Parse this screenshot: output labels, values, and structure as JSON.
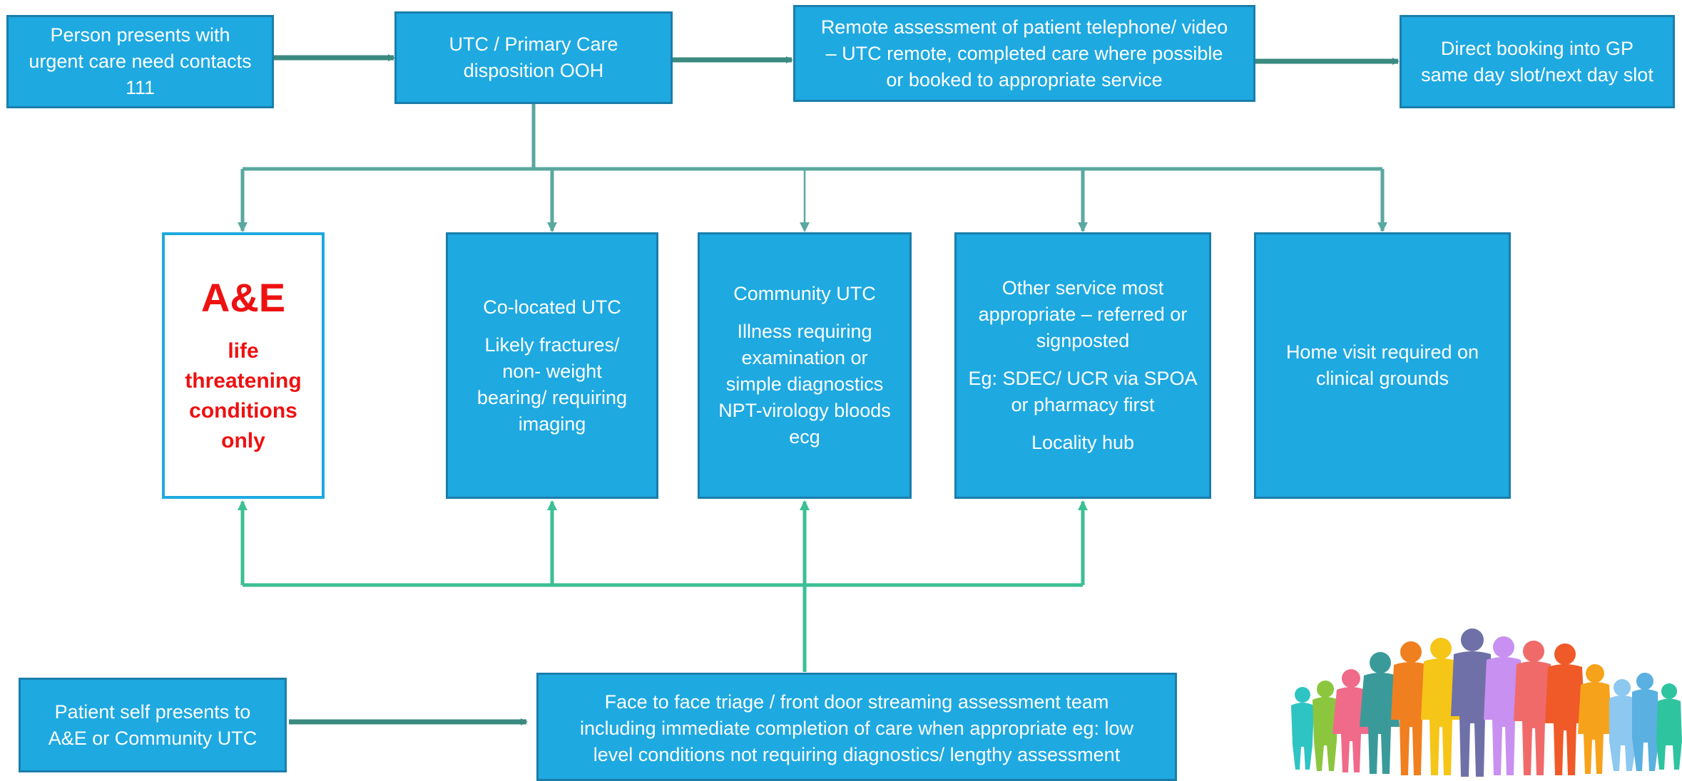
{
  "boxes": {
    "person_presents": [
      "Person presents with",
      "urgent care need contacts",
      "111"
    ],
    "utc_primary_care": [
      "UTC / Primary Care",
      "disposition OOH"
    ],
    "remote_assessment": [
      "Remote assessment of patient telephone/ video",
      "– UTC remote, completed care where possible",
      "or booked to appropriate service"
    ],
    "direct_booking": [
      "Direct booking into GP",
      "same day slot/next day slot"
    ],
    "ae": {
      "title": "A&E",
      "subtitle": [
        "life",
        "threatening",
        "conditions",
        "only"
      ]
    },
    "co_located_utc": {
      "title": "Co-located UTC",
      "body": [
        "Likely fractures/",
        "non- weight",
        "bearing/ requiring",
        "imaging"
      ]
    },
    "community_utc": {
      "title": "Community UTC",
      "body": [
        "Illness requiring",
        "examination or",
        "simple diagnostics",
        "NPT-virology bloods",
        "ecg"
      ]
    },
    "other_service": {
      "title": [
        "Other service most",
        "appropriate – referred or",
        "signposted"
      ],
      "body": [
        "Eg: SDEC/ UCR via SPOA",
        "or pharmacy first"
      ],
      "footer": "Locality hub"
    },
    "home_visit": [
      "Home visit required on",
      "clinical grounds"
    ],
    "self_presents": [
      "Patient self presents to",
      "A&E or Community UTC"
    ],
    "face_to_face": [
      "Face to face triage / front door streaming assessment team",
      "including immediate completion of care when appropriate eg: low",
      "level conditions not requiring diagnostics/ lengthy assessment"
    ]
  },
  "colors": {
    "box_fill": "#1ea9e1",
    "box_border": "#1a7eab",
    "ae_text": "#ee1111",
    "connector_dark": "#3a8a7f",
    "connector_teal": "#5aa8a0",
    "connector_green": "#3bbf94"
  },
  "illustration": "people-silhouettes"
}
